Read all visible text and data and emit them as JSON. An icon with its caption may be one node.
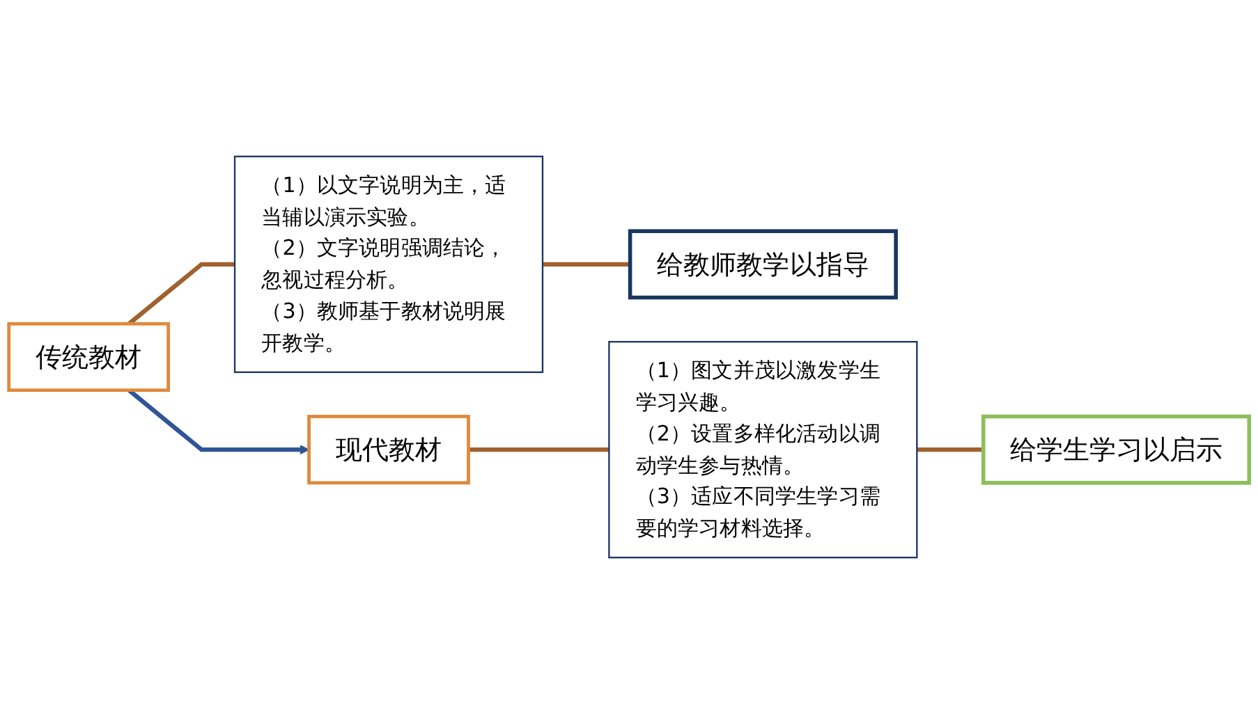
{
  "diagram": {
    "nodes": [
      {
        "text": [
          "传统教材"
        ]
      },
      {
        "text": [
          "（1）以文字说明为主，适当辅以演示实验。",
          "（2）文字说明强调结论，忽视过程分析。",
          "（3）教师基于教材说明展开教学。"
        ]
      },
      {
        "text": [
          "给教师教学以指导"
        ]
      },
      {
        "text": [
          "现代教材"
        ]
      },
      {
        "text": [
          "（1）图文并茂以激发学生学习兴趣。",
          "（2）设置多样化活动以调动学生参与热情。",
          "（3）适应不同学生学习需要的学习材料选择。"
        ]
      },
      {
        "text": [
          "给学生学习以启示"
        ]
      }
    ],
    "edges": [
      {
        "from": 0,
        "to": 1,
        "arrow": "none"
      },
      {
        "from": 1,
        "to": 2,
        "arrow": "none"
      },
      {
        "from": 0,
        "to": 3,
        "arrow": "to",
        "color": "#2f5597"
      },
      {
        "from": 3,
        "to": 4,
        "arrow": "none"
      },
      {
        "from": 4,
        "to": 5,
        "arrow": "none"
      }
    ]
  }
}
